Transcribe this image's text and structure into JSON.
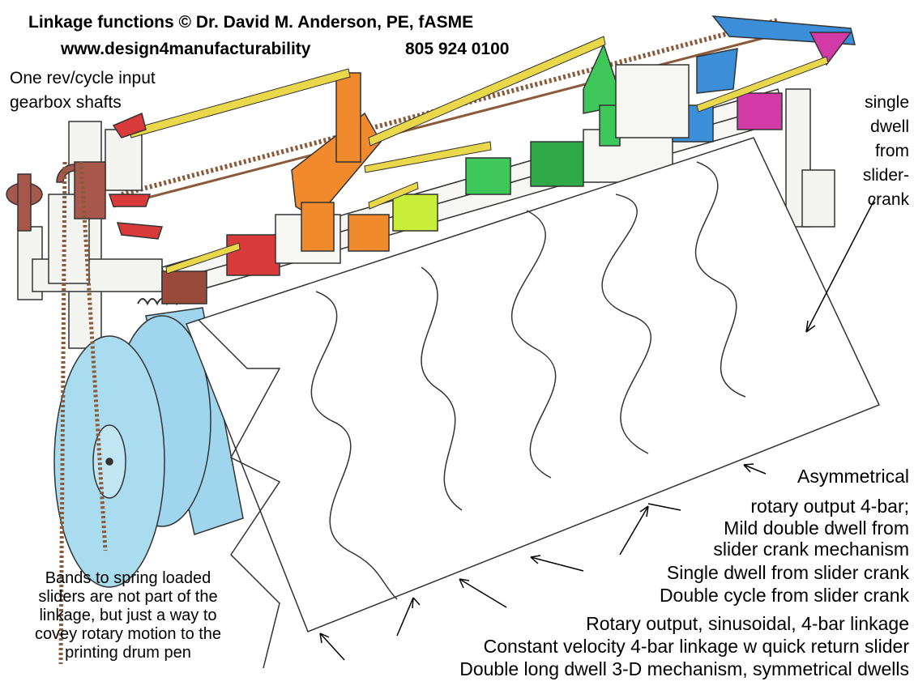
{
  "header": {
    "title": "Linkage functions © Dr. David M. Anderson, PE, fASME",
    "website": "www.design4manufacturability",
    "phone": "805 924 0100"
  },
  "labels": {
    "input_line1": "One rev/cycle input",
    "input_line2": "gearbox shafts",
    "single_dwell_lines": [
      "single",
      "dwell",
      "from",
      "slider-",
      "crank"
    ],
    "bands_note_lines": [
      "Bands to spring loaded",
      "sliders are not part of the",
      "linkage, but just a way to",
      "covey rotary motion to the",
      "printing drum pen"
    ]
  },
  "captions": [
    "Asymmetrical",
    "rotary output 4-bar;",
    "Mild double dwell from",
    "slider crank mechanism",
    "Single dwell from slider crank",
    "Double cycle from slider crank",
    "Rotary output, sinusoidal, 4-bar linkage",
    "Constant velocity 4-bar linkage w quick return slider",
    "Double long dwell 3-D mechanism, symmetrical dwells"
  ],
  "colors": {
    "red": "#d93b3b",
    "brown": "#9a4a3a",
    "orange": "#f08a2c",
    "yellow": "#e8d84a",
    "lime": "#c8ee3a",
    "green": "#3ec85a",
    "dark_green": "#2fa848",
    "blue": "#3a8fd8",
    "magenta": "#d23aa8",
    "drum_blue": "#9fd6ee"
  }
}
